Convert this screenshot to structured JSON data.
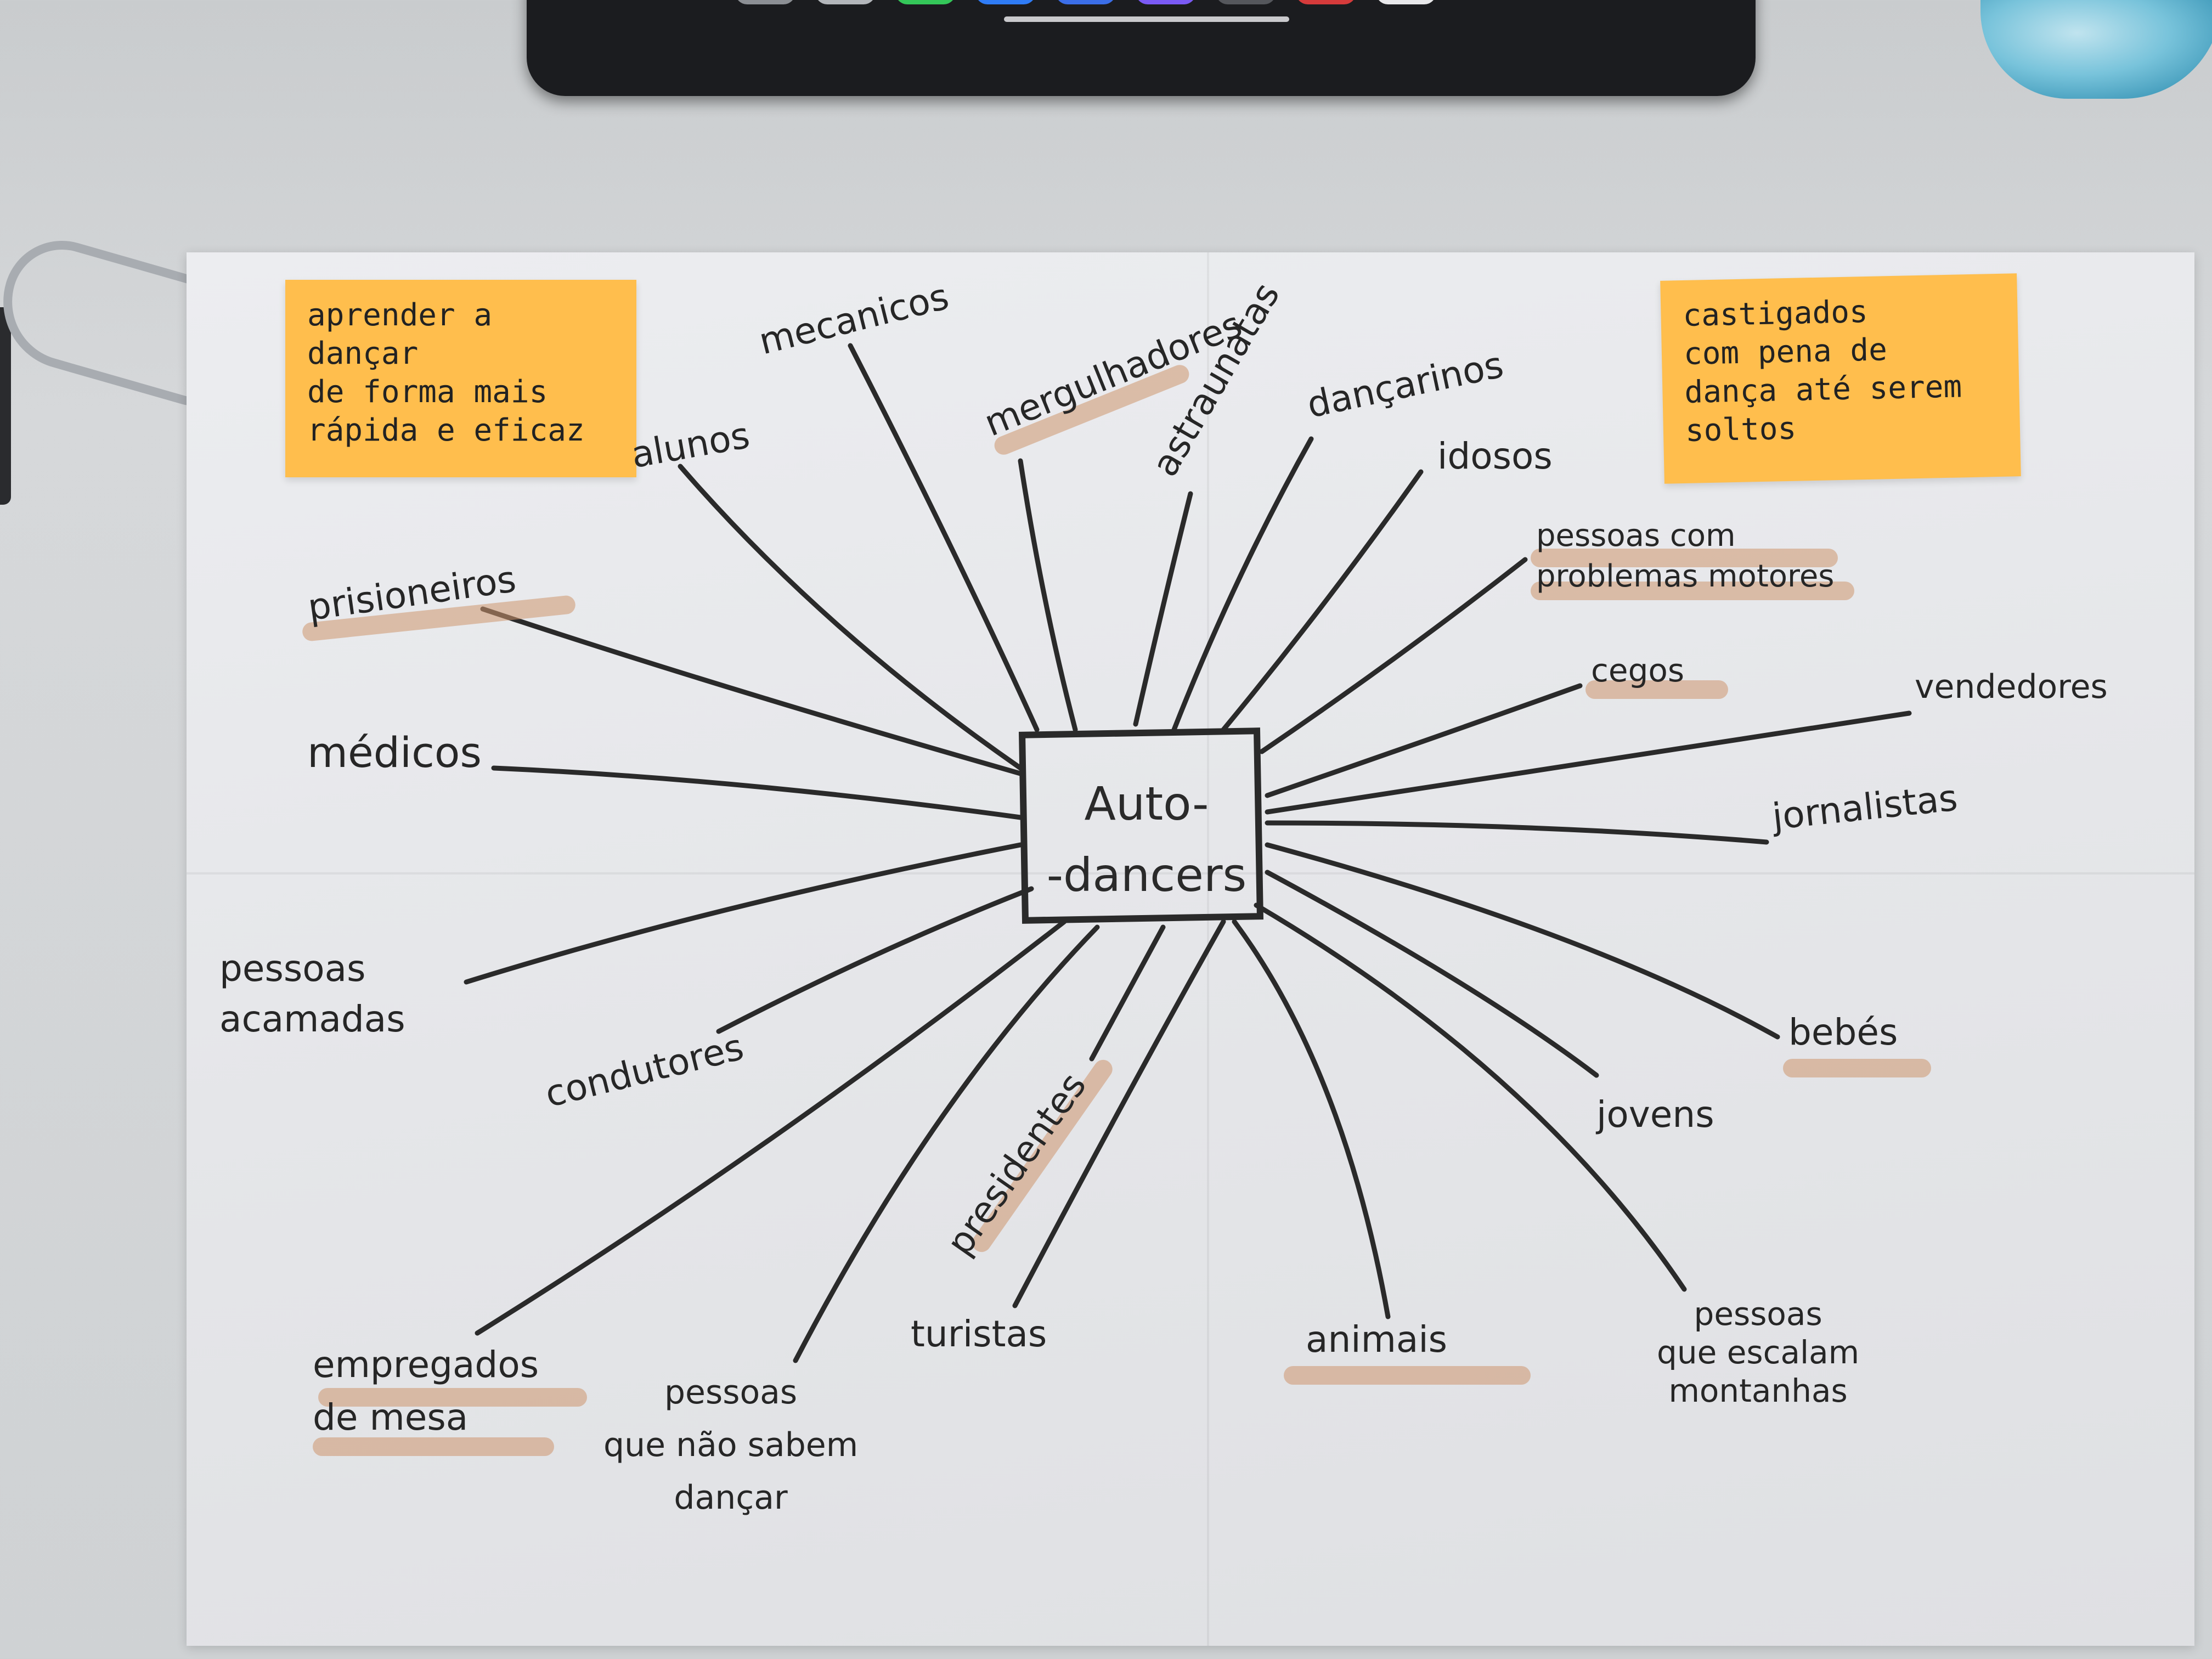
{
  "sticky_notes": {
    "left": "aprender a dançar\nde forma mais\nrápida e eficaz",
    "right": "castigados\ncom pena de\ndança até serem\nsoltos"
  },
  "hub": {
    "label": "Auto-\n-dancers"
  },
  "words": {
    "alunos": "alunos",
    "mecanicos": "mecanicos",
    "mergulhadores": "mergulhadores",
    "astraunatas": "astraunatas",
    "dancarinos": "dançarinos",
    "idosos": "idosos",
    "pessoas_motores": "pessoas com\nproblemas motores",
    "cegos": "cegos",
    "vendedores": "vendedores",
    "jornalistas": "jornalistas",
    "bebes": "bebés",
    "jovens": "jovens",
    "pessoas_montanhas": "pessoas\nque escalam\nmontanhas",
    "animais": "animais",
    "turistas": "turistas",
    "presidentes": "presidentes",
    "pessoas_dancar": "pessoas\nque não sabem\ndançar",
    "empregados": "empregados\nde mesa",
    "condutores": "condutores",
    "pessoas_acamadas": "pessoas\nacamadas",
    "medicos": "médicos",
    "prisioneiros": "prisioneiros"
  },
  "colors": {
    "sticky_note": "#ffbe4d",
    "ink": "#262626",
    "highlighter": "#cd966e",
    "paper": "#e8e9ec"
  }
}
